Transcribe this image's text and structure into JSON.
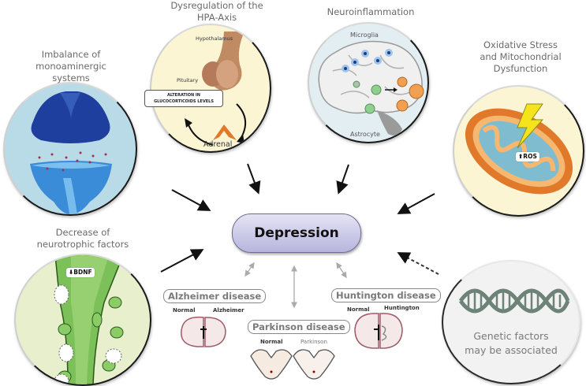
{
  "center": {
    "label": "Depression",
    "color": "#c9c7e7"
  },
  "causes": {
    "monoamine": {
      "title_line1": "Imbalance of",
      "title_line2": "monoaminergic systems"
    },
    "hpa": {
      "title_line1": "Dysregulation of the",
      "title_line2": "HPA-Axis",
      "hypothalamus": "Hypothalamus",
      "pituitary": "Pituitary",
      "adrenal": "Adrenal",
      "box_line1": "ALTERATION IN",
      "box_line2": "GLUCOCORTICOIDS LEVELS"
    },
    "neuroinflammation": {
      "title": "Neuroinflammation",
      "microglia": "Microglia",
      "astrocyte": "Astrocyte"
    },
    "oxidative": {
      "title_line1": "Oxidative Stress",
      "title_line2": "and Mitochondrial",
      "title_line3": "Dysfunction",
      "tag": "ROS",
      "tag_icon": "up-arrow-icon"
    },
    "neurotrophic": {
      "title_line1": "Decrease of",
      "title_line2": "neurotrophic factors",
      "tag": "BDNF",
      "tag_icon": "down-arrow-icon"
    },
    "genetic": {
      "text_line1": "Genetic factors",
      "text_line2": "may be associated"
    }
  },
  "diseases": {
    "alzheimer": {
      "title": "Alzheimer disease",
      "left": "Normal",
      "right": "Alzheimer"
    },
    "parkinson": {
      "title": "Parkinson disease",
      "left": "Normal",
      "right": "Parkinson"
    },
    "huntington": {
      "title": "Huntington disease",
      "left": "Normal",
      "right": "Huntington"
    }
  },
  "colors": {
    "monoamine_bg": "#b9dbe8",
    "hpa_bg": "#fbf5d4",
    "neuro_bg": "#e3eef3",
    "oxidative_bg": "#fbf5d4",
    "bdnf_bg": "#e8efcc",
    "genetic_bg": "#f2f2f2"
  }
}
